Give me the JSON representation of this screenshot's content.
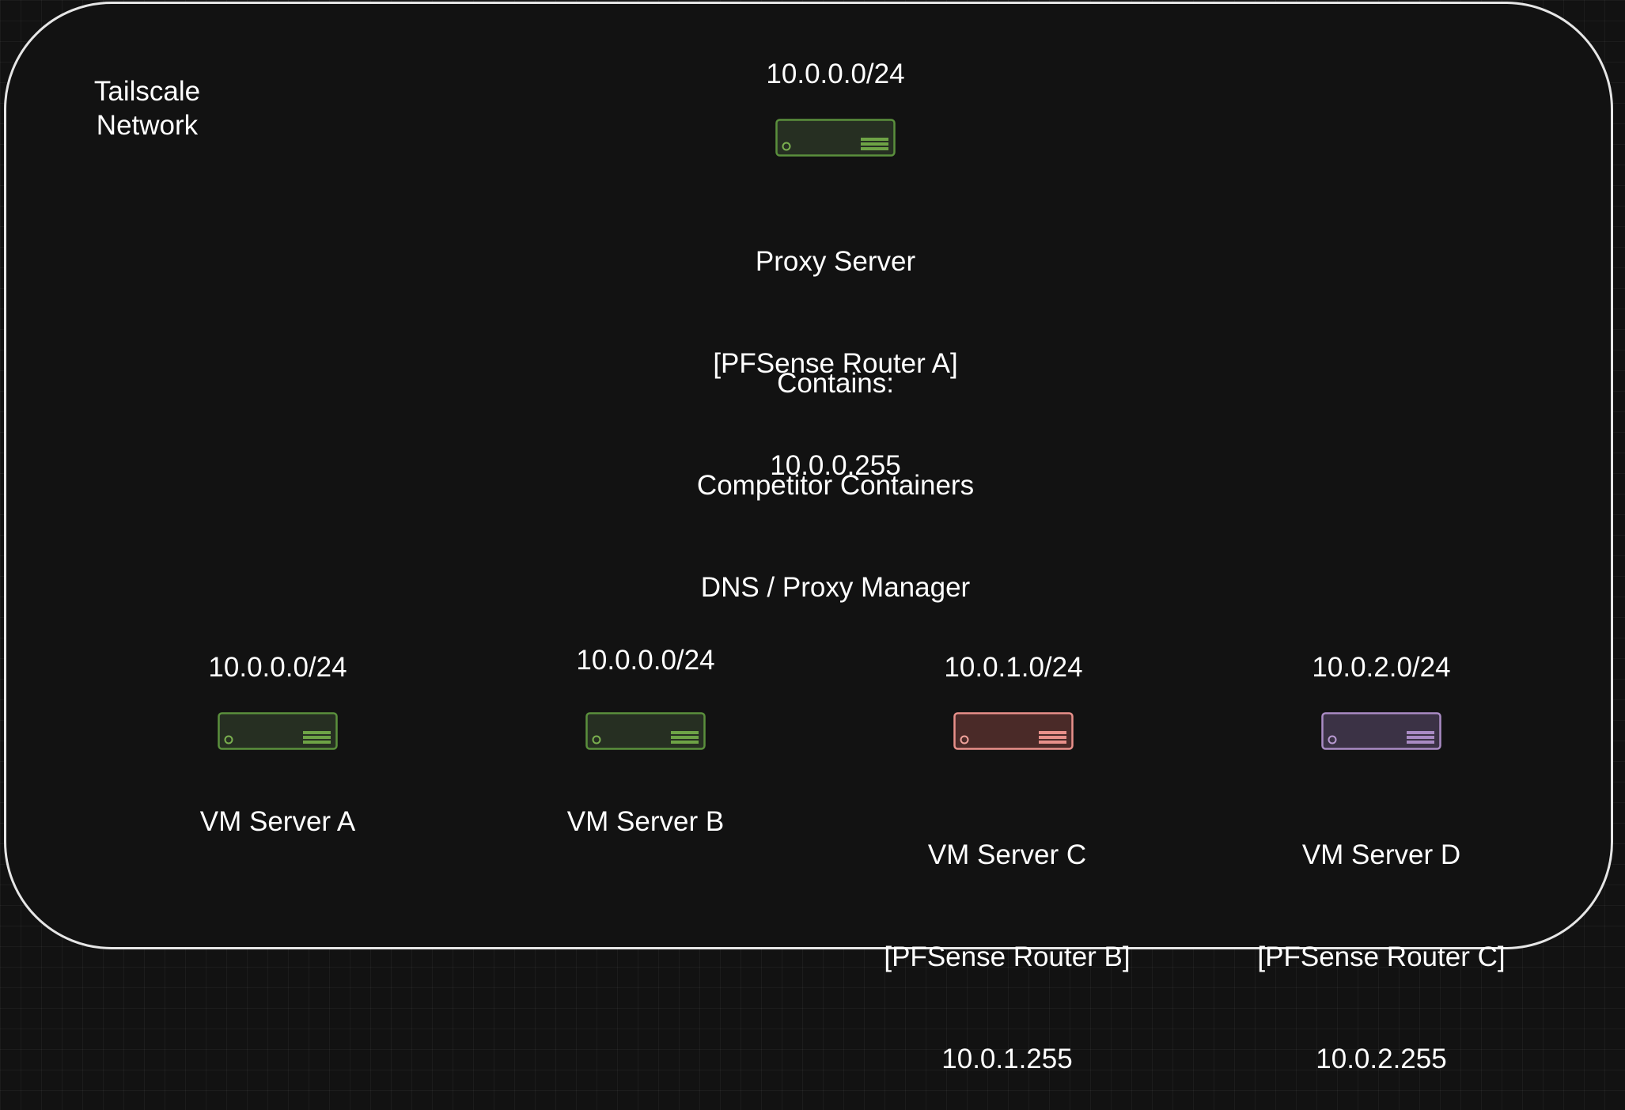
{
  "network": {
    "title_line1": "Tailscale",
    "title_line2": "Network"
  },
  "proxy": {
    "subnet": "10.0.0.0/24",
    "name": "Proxy Server",
    "router": "[PFSense Router A]",
    "ip": "10.0.0.255",
    "contains_title": "Contains:",
    "contains_items": [
      "Competitor Containers",
      "DNS / Proxy Manager"
    ],
    "color": "#5a8f3c"
  },
  "servers": [
    {
      "subnet": "10.0.0.0/24",
      "name": "VM Server A",
      "color": "#5a8f3c"
    },
    {
      "subnet": "10.0.0.0/24",
      "name": "VM Server B",
      "color": "#5a8f3c"
    },
    {
      "subnet": "10.0.1.0/24",
      "name": "VM Server C",
      "router": "[PFSense Router B]",
      "ip": "10.0.1.255",
      "color": "#e8908a"
    },
    {
      "subnet": "10.0.2.0/24",
      "name": "VM Server D",
      "router": "[PFSense Router C]",
      "ip": "10.0.2.255",
      "color": "#a98bc4"
    }
  ]
}
